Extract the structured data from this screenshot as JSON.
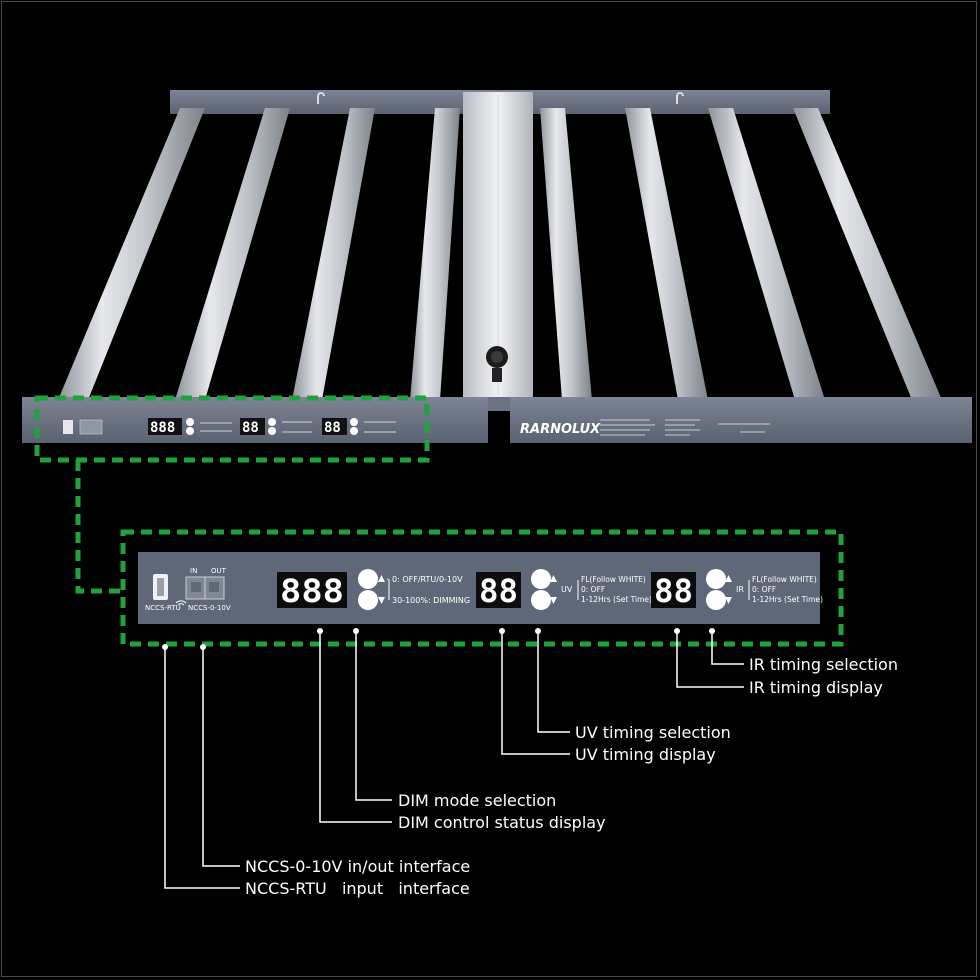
{
  "colors": {
    "background": "#000000",
    "highlight_box": "#1fa33a",
    "panel": "#5f6878",
    "bar": "#c9ccd1",
    "label_text": "#ffffff",
    "leader_line": "#ffffff"
  },
  "product": {
    "brand": "RARNOLUX"
  },
  "panel": {
    "usb_port_label": "NCCS-RTU",
    "rj_in_label": "IN",
    "rj_out_label": "OUT",
    "rj_port_label": "NCCS-0-10V",
    "dim_display": "888",
    "dim_option_1": "0: OFF/RTU/0-10V",
    "dim_option_2": "30-100%: DIMMING",
    "uv_display": "88",
    "uv_tag": "UV",
    "uv_option_1": "FL(Follow WHITE)",
    "uv_option_2": "0: OFF",
    "uv_option_3": "1-12Hrs (Set Time)",
    "ir_display": "88",
    "ir_tag": "IR",
    "ir_option_1": "FL(Follow WHITE)",
    "ir_option_2": "0: OFF",
    "ir_option_3": "1-12Hrs (Set Time)"
  },
  "callouts": {
    "ir_selection": "IR timing selection",
    "ir_display": "IR timing display",
    "uv_selection": "UV timing selection",
    "uv_display": "UV timing display",
    "dim_selection": "DIM mode selection",
    "dim_display": "DIM control status display",
    "nccs_010v": "NCCS-0-10V in/out interface",
    "nccs_rtu": "NCCS-RTU   input   interface"
  },
  "icons": [
    "up-arrow-icon",
    "down-arrow-icon",
    "usb-port-icon",
    "rj45-port-icon",
    "wifi-icon",
    "power-connector-icon"
  ]
}
